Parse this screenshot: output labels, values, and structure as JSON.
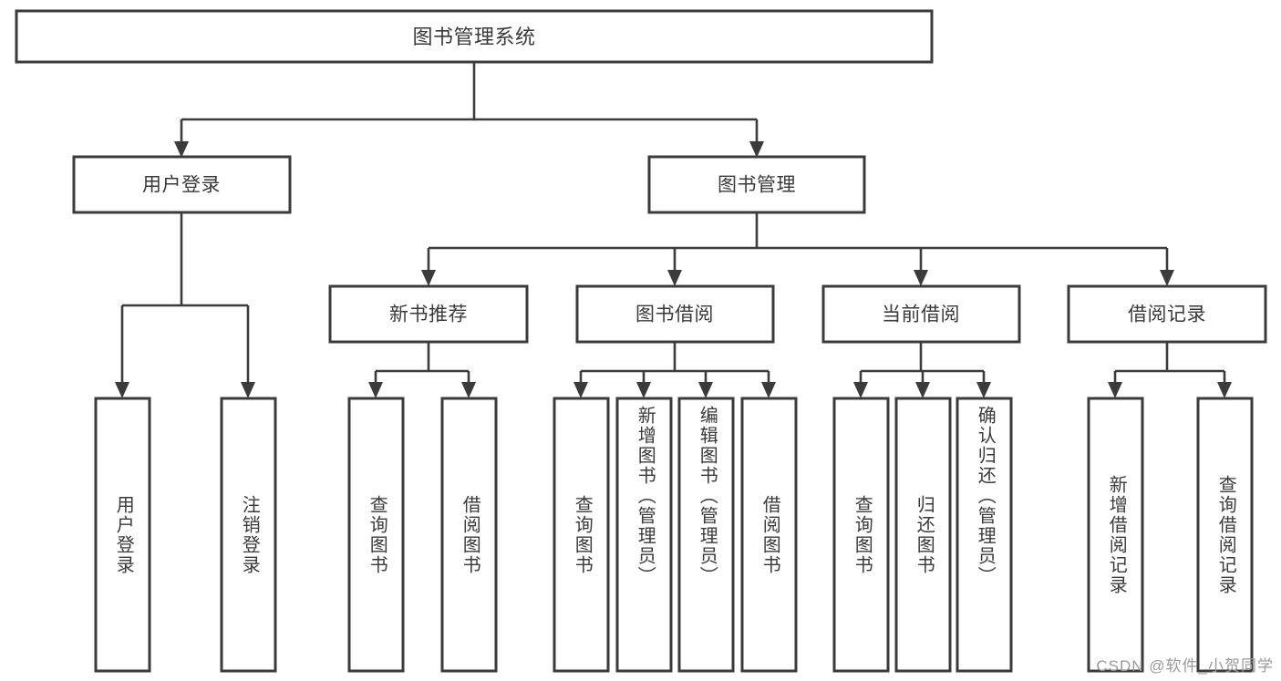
{
  "diagram": {
    "type": "tree",
    "title": "图书管理系统",
    "orientation": "top-down",
    "colors": {
      "box_stroke": "#3b3b3b",
      "box_fill": "#ffffff",
      "line": "#3b3b3b",
      "text": "#3a3a3a",
      "watermark": "#9a9a9a",
      "background": "#ffffff"
    },
    "root": {
      "label": "图书管理系统"
    },
    "level2": [
      {
        "label": "用户登录"
      },
      {
        "label": "图书管理"
      }
    ],
    "level3": [
      {
        "label": "新书推荐"
      },
      {
        "label": "图书借阅"
      },
      {
        "label": "当前借阅"
      },
      {
        "label": "借阅记录"
      }
    ],
    "leaves": {
      "user_login": [
        {
          "label": "用户登录"
        },
        {
          "label": "注销登录"
        }
      ],
      "new_book_recommend": [
        {
          "label": "查询图书"
        },
        {
          "label": "借阅图书"
        }
      ],
      "book_borrow": [
        {
          "label": "查询图书"
        },
        {
          "label": "新增图书（管理员）"
        },
        {
          "label": "编辑图书（管理员）"
        },
        {
          "label": "借阅图书"
        }
      ],
      "current_borrow": [
        {
          "label": "查询图书"
        },
        {
          "label": "归还图书"
        },
        {
          "label": "确认归还（管理员）"
        }
      ],
      "borrow_record": [
        {
          "label": "新增借阅记录"
        },
        {
          "label": "查询借阅记录"
        }
      ]
    },
    "watermark": "CSDN @软件_小贺同学"
  }
}
